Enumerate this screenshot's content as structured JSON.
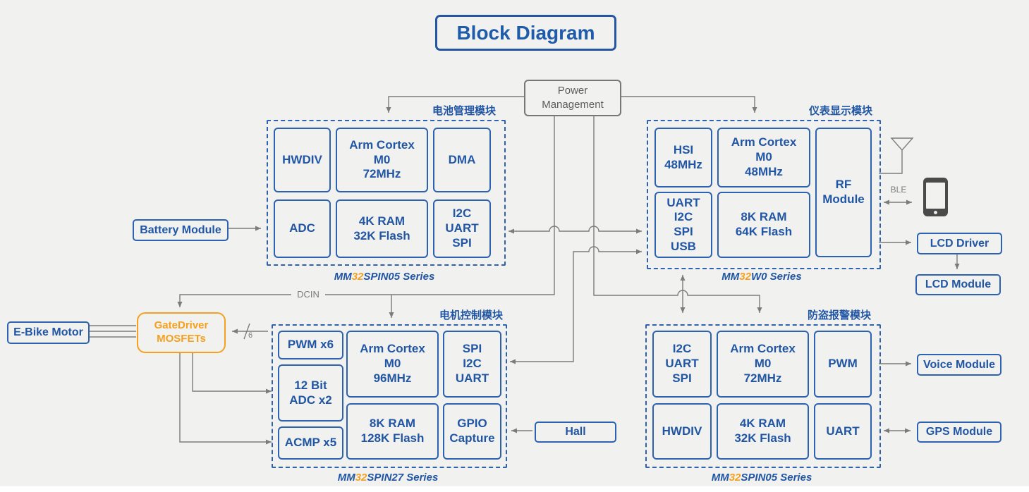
{
  "colors": {
    "accent_blue": "#2a5cab",
    "accent_orange": "#f5a11f",
    "wire_gray": "#7c7c7c",
    "background": "#f1f1ef"
  },
  "title": "Block Diagram",
  "power_management": "Power\nManagement",
  "wire_labels": {
    "dcin": "DCIN",
    "ble": "BLE",
    "bus_width": "6"
  },
  "icons": [
    "antenna-icon",
    "smartphone-icon"
  ],
  "modules": {
    "battery": {
      "name_cn": "电池管理模块",
      "series": {
        "prefix": "MM",
        "mid": "32",
        "rest": "SPIN05 Series"
      },
      "blocks": {
        "hwdiv": "HWDIV",
        "cpu": "Arm Cortex\nM0\n72MHz",
        "dma": "DMA",
        "adc": "ADC",
        "mem": "4K RAM\n32K Flash",
        "comm": "I2C\nUART\nSPI"
      }
    },
    "display": {
      "name_cn": "仪表显示模块",
      "series": {
        "prefix": "MM",
        "mid": "32",
        "rest": "W0 Series"
      },
      "blocks": {
        "hsi": "HSI\n48MHz",
        "cpu": "Arm Cortex\nM0\n48MHz",
        "rf": "RF\nModule",
        "comm": "UART\nI2C\nSPI\nUSB",
        "mem": "8K RAM\n64K Flash"
      }
    },
    "motor": {
      "name_cn": "电机控制模块",
      "series": {
        "prefix": "MM",
        "mid": "32",
        "rest": "SPIN27 Series"
      },
      "blocks": {
        "pwm": "PWM x6",
        "adc": "12 Bit\nADC x2",
        "acmp": "ACMP x5",
        "cpu": "Arm Cortex\nM0\n96MHz",
        "mem": "8K RAM\n128K Flash",
        "comm": "SPI\nI2C\nUART",
        "gpio": "GPIO\nCapture"
      }
    },
    "alarm": {
      "name_cn": "防盗报警模块",
      "series": {
        "prefix": "MM",
        "mid": "32",
        "rest": "SPIN05 Series"
      },
      "blocks": {
        "comm": "I2C\nUART\nSPI",
        "cpu": "Arm Cortex\nM0\n72MHz",
        "pwm": "PWM",
        "hwdiv": "HWDIV",
        "mem": "4K RAM\n32K Flash",
        "uart": "UART"
      }
    }
  },
  "peripherals": {
    "battery_module": "Battery Module",
    "ebike_motor": "E-Bike Motor",
    "gate_driver": "GateDriver\nMOSFETs",
    "hall": "Hall",
    "lcd_driver": "LCD Driver",
    "lcd_module": "LCD Module",
    "voice_module": "Voice Module",
    "gps_module": "GPS Module"
  }
}
